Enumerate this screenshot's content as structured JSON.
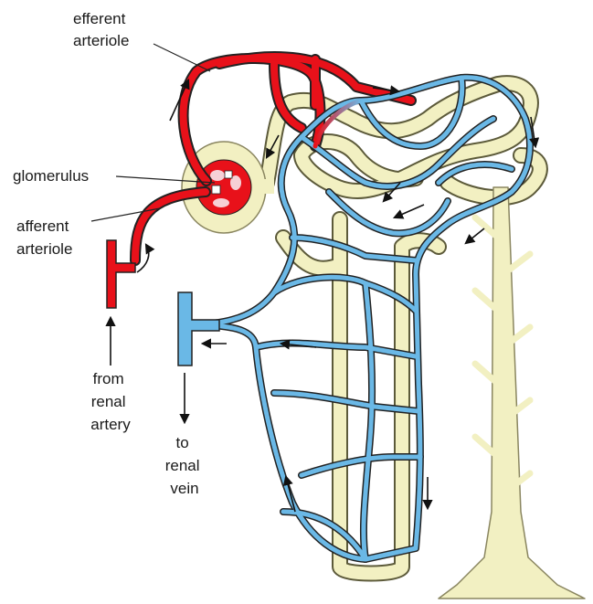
{
  "labels": {
    "efferent": [
      "efferent",
      "arteriole"
    ],
    "glomerulus": "glomerulus",
    "afferent": [
      "afferent",
      "arteriole"
    ],
    "from_artery": [
      "from",
      "renal",
      "artery"
    ],
    "to_vein": [
      "to",
      "renal",
      "vein"
    ]
  },
  "colors": {
    "artery": "#e8111a",
    "vein": "#6ab8e6",
    "tubule": "#f2f0c2",
    "outline": "#222222"
  }
}
